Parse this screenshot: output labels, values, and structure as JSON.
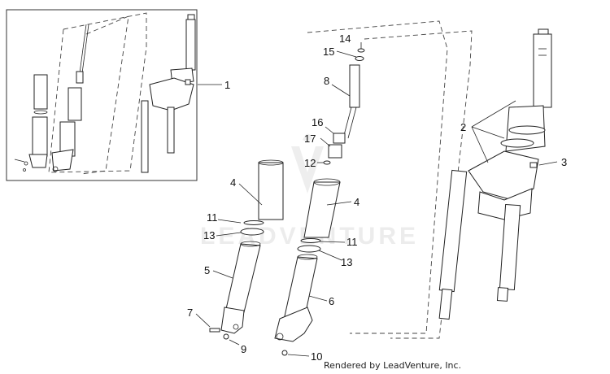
{
  "callouts": {
    "c1": "1",
    "c2": "2",
    "c3": "3",
    "c4a": "4",
    "c4b": "4",
    "c5": "5",
    "c6": "6",
    "c7": "7",
    "c8": "8",
    "c9": "9",
    "c10": "10",
    "c11a": "11",
    "c11b": "11",
    "c12": "12",
    "c13a": "13",
    "c13b": "13",
    "c14": "14",
    "c15": "15",
    "c16": "16",
    "c17": "17"
  },
  "watermark": "LEADVENTURE",
  "credit": "Rendered by LeadVenture, Inc."
}
